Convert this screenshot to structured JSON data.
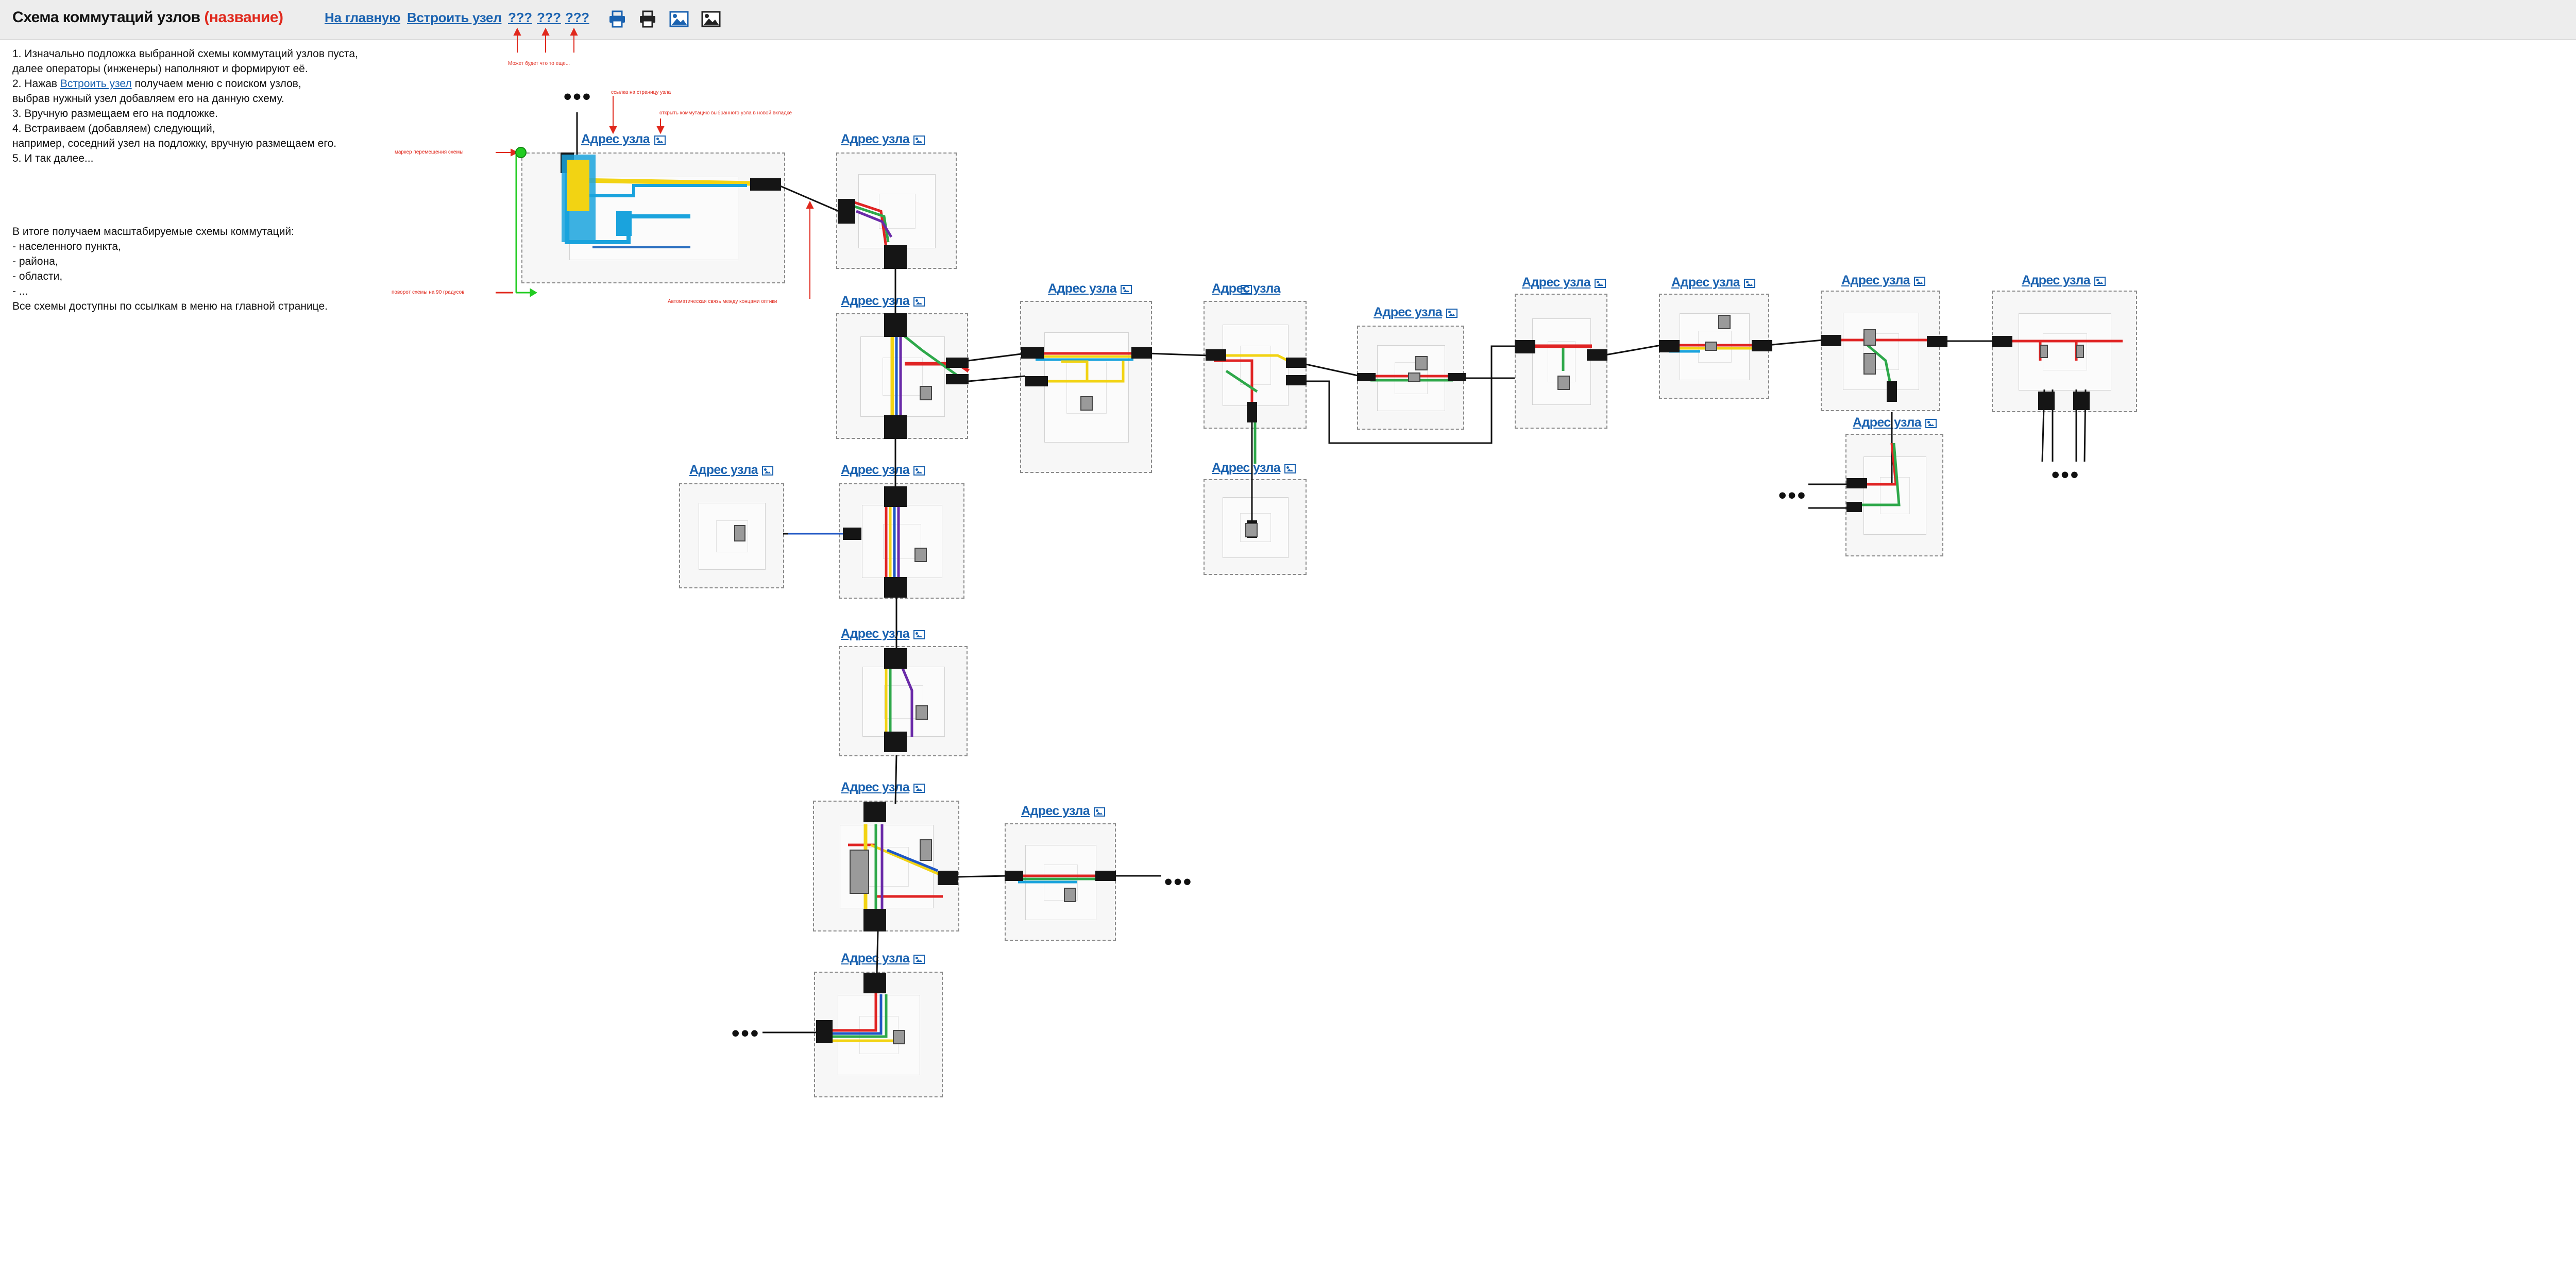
{
  "header": {
    "title": "Схема коммутаций узлов",
    "title_accent": "(название)",
    "nav": {
      "home": "На главную",
      "embed": "Встроить узел",
      "q1": "???",
      "q2": "???",
      "q3": "???"
    },
    "tools": [
      "print-preview-icon",
      "print-icon",
      "image-icon",
      "image-dark-icon"
    ]
  },
  "instructions": {
    "l1": "1. Изначально подложка выбранной схемы коммутаций узлов пуста,",
    "l2": "далее операторы (инженеры) наполняют и формируют её.",
    "l3_pre": "2. Нажав ",
    "l3_link": "Встроить узел",
    "l3_post": " получаем меню с поиском узлов,",
    "l4": "выбрав нужный узел добавляем его на данную схему.",
    "l5": "3. Вручную размещаем его на подложке.",
    "l6": "4. Встраиваем (добавляем) следующий,",
    "l7": "например, соседний узел на подложку, вручную размещаем его.",
    "l8": "5. И так далее..."
  },
  "summary": {
    "l1": "В итоге получаем масштабируемые схемы коммутаций:",
    "l2": "- населенного пункта,",
    "l3": "- района,",
    "l4": "- области,",
    "l5": "- ...",
    "l6": "Все схемы доступны по ссылкам в меню на главной странице."
  },
  "annotations": {
    "maybe": "Может будет что то еще...",
    "link_node_page": "ссылка на страницу узла",
    "open_new_tab": "открыть коммутацию выбранного узла в новой вкладке",
    "move_marker": "маркер перемещения схемы",
    "rotate": "поворот схемы на 90 градусов",
    "auto_link": "Автоматическая связь между концами оптики"
  },
  "node_label": "Адрес узла",
  "ellipsis": "•••",
  "colors": {
    "accent": "#e0281c",
    "link": "#1a62b0",
    "marker": "#22cc22"
  }
}
